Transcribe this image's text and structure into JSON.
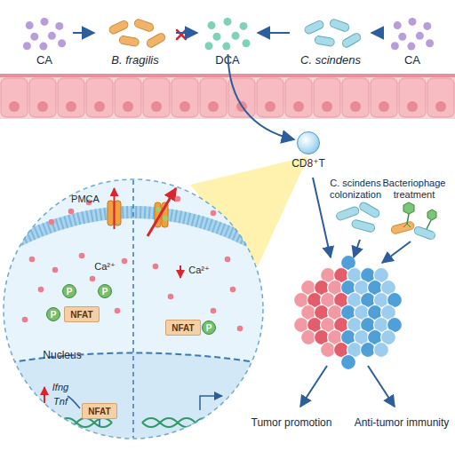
{
  "diagram": {
    "nodes": [
      {
        "text": [
          "CA"
        ]
      },
      {
        "text": [
          "B. fragilis"
        ]
      },
      {
        "text": [
          "DCA"
        ]
      },
      {
        "text": [
          "C. scindens"
        ]
      },
      {
        "text": [
          "CA"
        ]
      },
      {
        "text": [
          "CD8⁺T"
        ]
      },
      {
        "text": [
          "P"
        ]
      },
      {
        "text": [
          "P"
        ]
      },
      {
        "text": [
          "P"
        ]
      },
      {
        "text": [
          "NFAT"
        ]
      },
      {
        "text": [
          "NFAT"
        ]
      },
      {
        "text": [
          "P"
        ]
      },
      {
        "text": [
          "NFAT"
        ]
      }
    ],
    "edges": [
      {
        "from": 0,
        "to": 1,
        "arrow": "to"
      },
      {
        "from": 1,
        "to": 2,
        "arrow": "to"
      },
      {
        "from": 3,
        "to": 2,
        "arrow": "to"
      },
      {
        "from": 4,
        "to": 3,
        "arrow": "to"
      },
      {
        "from": 2,
        "to": 5,
        "arrow": "to"
      }
    ],
    "labels": [
      "PMCA",
      "Ca²⁺",
      "Ca²⁺",
      "Nucleus",
      "Ifng",
      "Tnf",
      "C. scindens colonization",
      "Bacteriophage treatment",
      "Tumor promotion",
      "Anti-tumor immunity"
    ]
  }
}
